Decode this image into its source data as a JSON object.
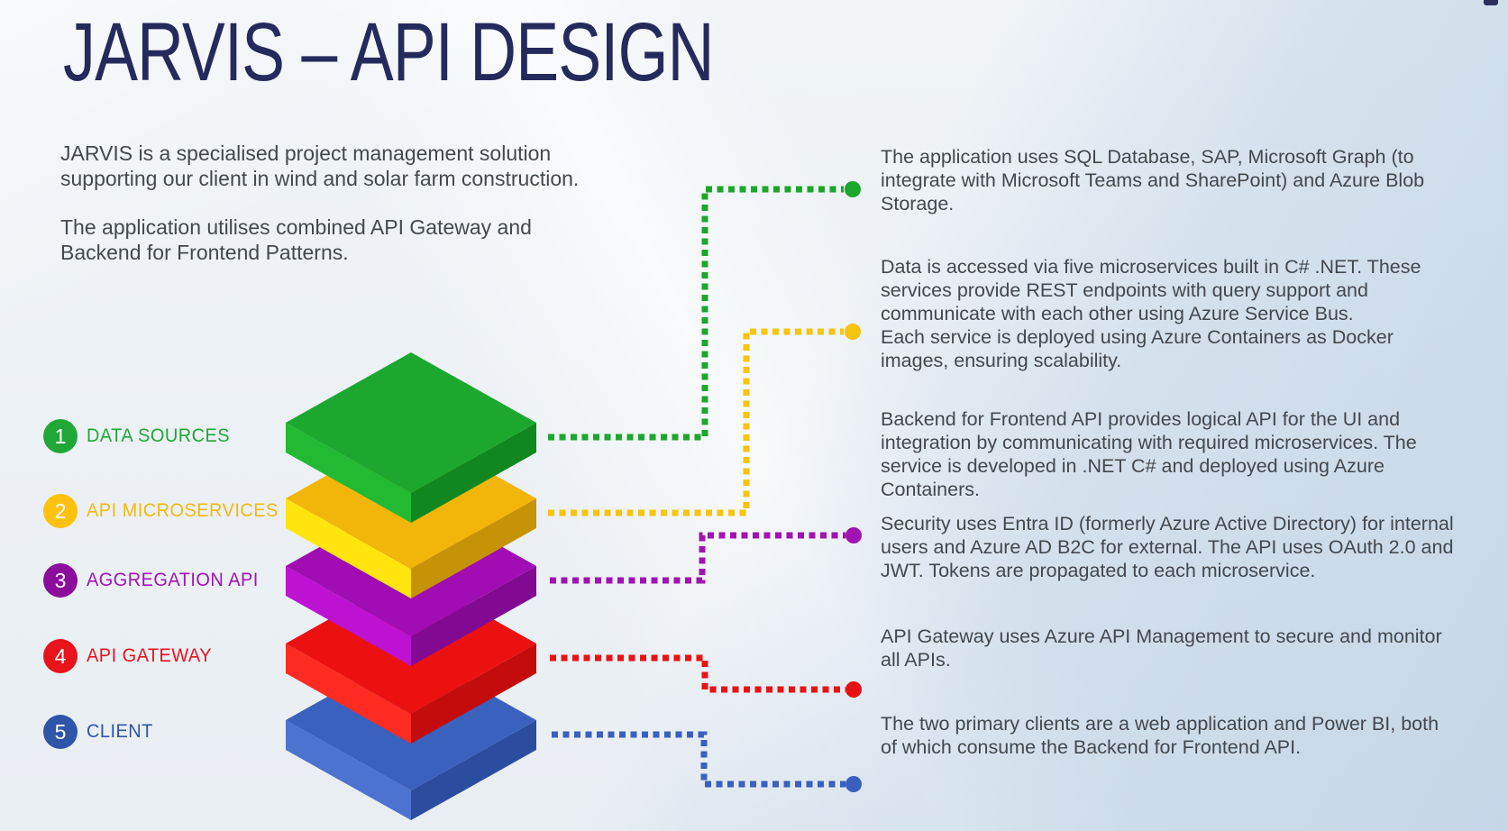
{
  "slide": {
    "title": "JARVIS – API DESIGN"
  },
  "intro": {
    "p1": "JARVIS is a specialised project management solution supporting our client in wind and solar farm construction.",
    "p2": "The application utilises combined API Gateway and Backend for Frontend Patterns."
  },
  "legend": {
    "items": [
      {
        "number": "1",
        "label": "DATA SOURCES",
        "badge_color": "#21A737",
        "label_color": "#21A737"
      },
      {
        "number": "2",
        "label": "API MICROSERVICES",
        "badge_color": "#FEC10D",
        "label_color": "#F2B90D"
      },
      {
        "number": "3",
        "label": "AGGREGATION API",
        "badge_color": "#8C0D9C",
        "label_color": "#A312B6"
      },
      {
        "number": "4",
        "label": "API GATEWAY",
        "badge_color": "#E8131B",
        "label_color": "#E8131B"
      },
      {
        "number": "5",
        "label": "CLIENT",
        "badge_color": "#2F55A9",
        "label_color": "#2F55A9"
      }
    ]
  },
  "stack": {
    "layers": [
      {
        "name": "client",
        "top": "#3A61BE",
        "left": "#4C73CF",
        "right": "#2B4DA0"
      },
      {
        "name": "api-gateway",
        "top": "#EC1111",
        "left": "#FD2B22",
        "right": "#C30D0D"
      },
      {
        "name": "aggregation-api",
        "top": "#A00DB2",
        "left": "#BE12D2",
        "right": "#820A92"
      },
      {
        "name": "api-microservices",
        "top": "#F2B60B",
        "left": "#FFE50D",
        "right": "#C79306"
      },
      {
        "name": "data-sources",
        "top": "#1CA72E",
        "left": "#22B933",
        "right": "#10881F"
      }
    ]
  },
  "connectors": [
    {
      "name": "data-sources",
      "color": "#1CA62B"
    },
    {
      "name": "api-microservices",
      "color": "#F7C40E"
    },
    {
      "name": "aggregation-api",
      "color": "#A013B2"
    },
    {
      "name": "api-gateway",
      "color": "#E91113"
    },
    {
      "name": "client",
      "color": "#3A5FBE"
    }
  ],
  "right_blocks": [
    {
      "text": "The application uses SQL Database, SAP, Microsoft Graph (to integrate with Microsoft Teams and SharePoint) and Azure Blob Storage."
    },
    {
      "text": "Data is accessed via five microservices built in C# .NET. These services provide REST endpoints with query support and communicate with each other using Azure Service Bus.\nEach service is deployed using Azure Containers as Docker images, ensuring scalability."
    },
    {
      "text": "Backend for Frontend API provides logical API for the UI and integration by communicating with required microservices. The service is developed in .NET C# and deployed using Azure Containers."
    },
    {
      "text": "Security uses Entra ID (formerly Azure Active Directory) for internal users and Azure AD B2C for external. The API uses OAuth 2.0 and JWT. Tokens are propagated to each microservice."
    },
    {
      "text": "API Gateway uses Azure API Management to secure and monitor all APIs."
    },
    {
      "text": "The two primary clients are a web application and Power BI, both of which consume the Backend for Frontend API."
    }
  ]
}
